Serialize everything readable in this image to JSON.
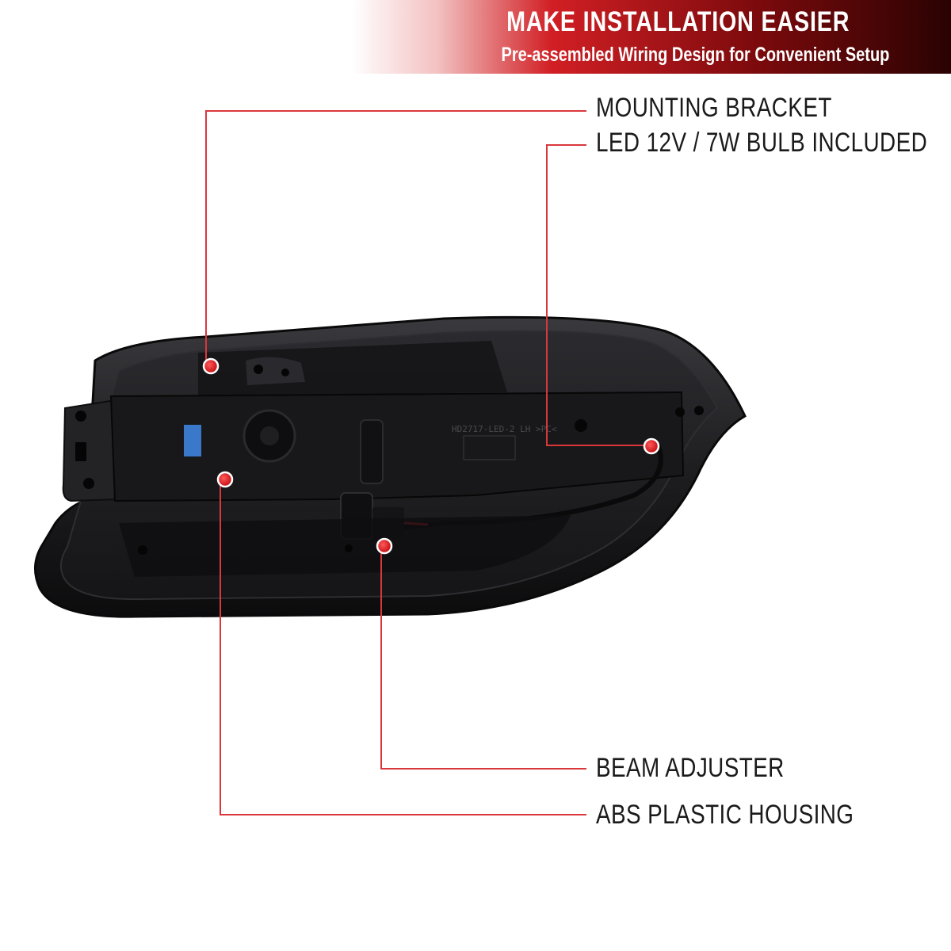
{
  "banner": {
    "title": "MAKE INSTALLATION EASIER",
    "subtitle": "Pre-assembled Wiring Design for Convenient Setup"
  },
  "callouts": {
    "mounting_bracket": "MOUNTING BRACKET",
    "led_bulb": "LED 12V / 7W BULB INCLUDED",
    "beam_adjuster": "BEAM ADJUSTER",
    "abs_housing": "ABS PLASTIC HOUSING"
  },
  "product": {
    "part_marking": "HD2717-LED-2 LH >PC<"
  },
  "colors": {
    "accent": "#d11f24",
    "leader_line": "#d9373c",
    "housing": "#1b1b1d"
  }
}
